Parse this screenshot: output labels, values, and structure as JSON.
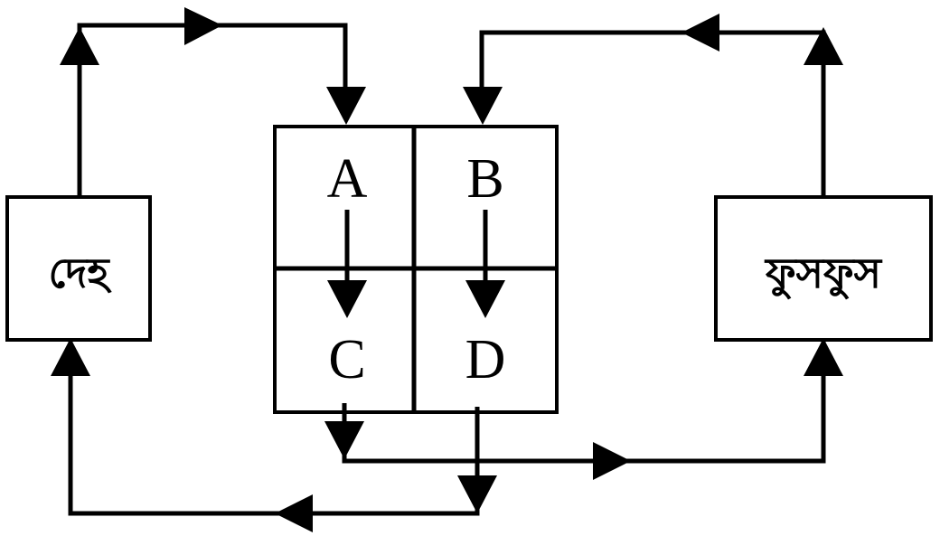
{
  "heart": {
    "chambers": [
      {
        "id": "A",
        "label": "A"
      },
      {
        "id": "B",
        "label": "B"
      },
      {
        "id": "C",
        "label": "C"
      },
      {
        "id": "D",
        "label": "D"
      }
    ]
  },
  "body_box": {
    "label": "দেহ"
  },
  "lungs_box": {
    "label": "ফুসফুস"
  },
  "colors": {
    "stroke": "#000000",
    "background": "#ffffff"
  }
}
